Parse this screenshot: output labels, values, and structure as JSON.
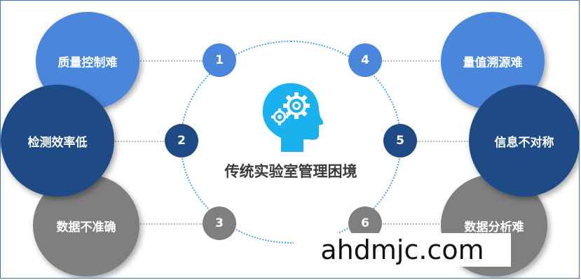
{
  "center": {
    "title": "传统实验室管理困境",
    "icon": "gear-head-icon"
  },
  "colors": {
    "light_blue": "#4a87dc",
    "dark_blue": "#1e4b86",
    "gray": "#7f7f7f",
    "ring": "#4aa7e5",
    "head": "#1ab1ef"
  },
  "items": [
    {
      "number": "1",
      "label": "质量控制难"
    },
    {
      "number": "2",
      "label": "检测效率低"
    },
    {
      "number": "3",
      "label": "数据不准确"
    },
    {
      "number": "4",
      "label": "量值溯源难"
    },
    {
      "number": "5",
      "label": "信息不对称"
    },
    {
      "number": "6",
      "label": "数据分析难"
    }
  ],
  "watermark": "ahdmjc.com"
}
